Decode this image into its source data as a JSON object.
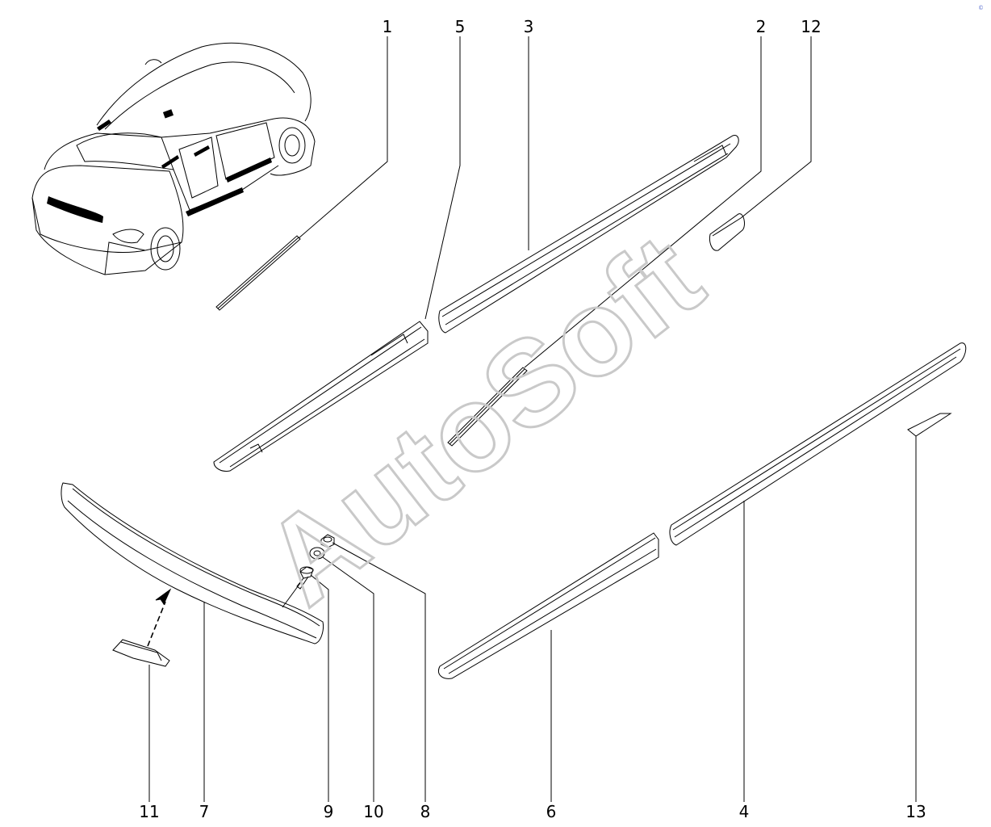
{
  "watermark": "AutoSoft",
  "corner_mark": "©",
  "callouts": [
    "1",
    "5",
    "3",
    "2",
    "12",
    "11",
    "7",
    "9",
    "10",
    "8",
    "6",
    "4",
    "13"
  ],
  "colors": {
    "line": "#000000",
    "watermark": "#c9c9c9",
    "corner_mark": "#5a6fd0"
  }
}
